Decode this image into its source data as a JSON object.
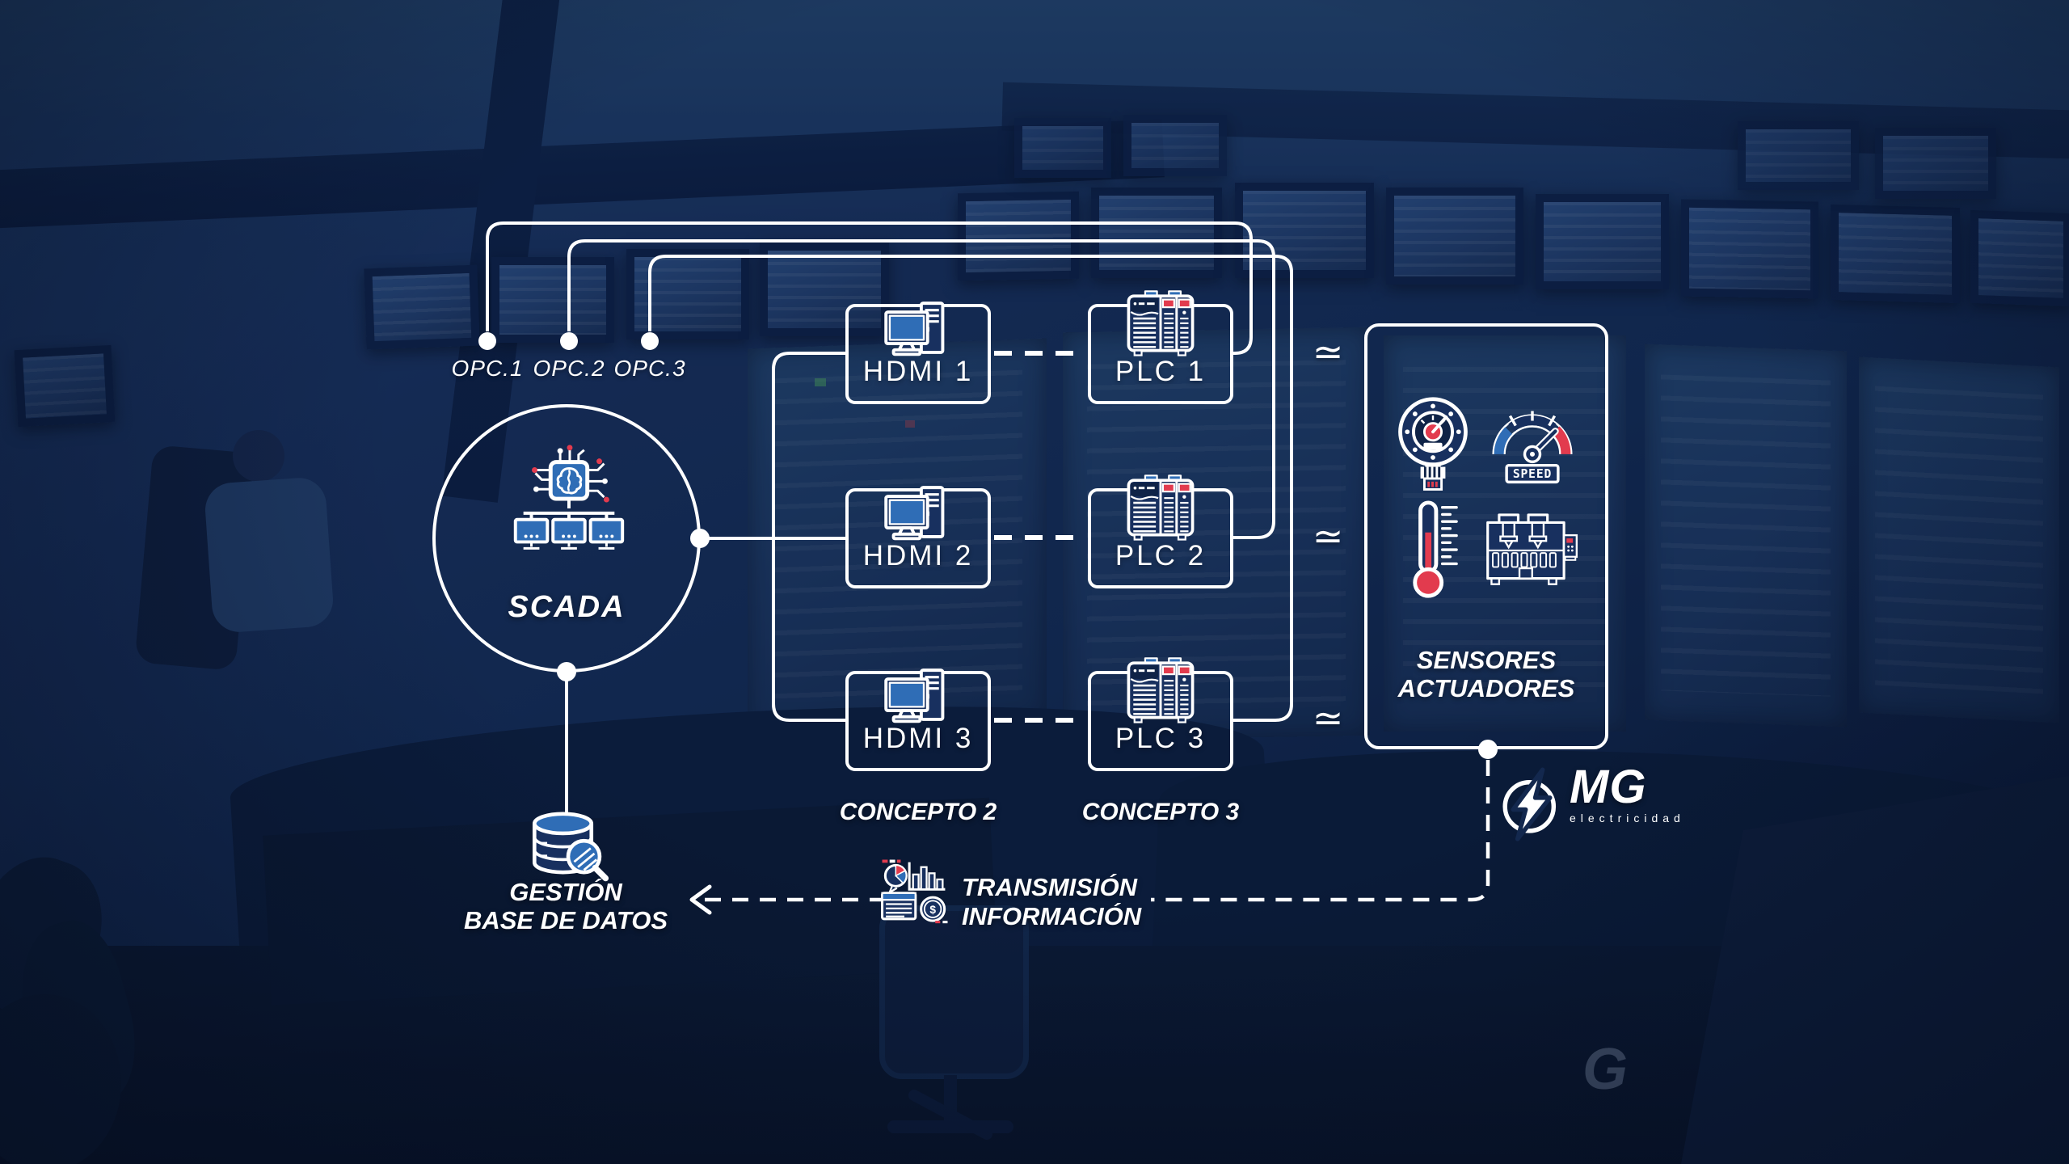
{
  "diagram": {
    "opc": [
      "OPC.1",
      "OPC.2",
      "OPC.3"
    ],
    "scada_label": "SCADA",
    "hdmi": [
      "HDMI 1",
      "HDMI 2",
      "HDMI 3"
    ],
    "plc": [
      "PLC 1",
      "PLC 2",
      "PLC 3"
    ],
    "concept_labels": [
      "CONCEPTO 2",
      "CONCEPTO 3"
    ],
    "approx_symbol": "≃",
    "sensors": {
      "line1": "SENSORES",
      "line2": "ACTUADORES",
      "speed_badge": "SPEED"
    },
    "database": {
      "line1": "GESTIÓN",
      "line2": "BASE DE DATOS"
    },
    "transmission": {
      "line1": "TRANSMISIÓN",
      "line2": "INFORMACIÓN",
      "currency": "$"
    },
    "logo": {
      "name": "MG",
      "tagline": "electricidad"
    }
  },
  "background": {
    "corner_letter": "G"
  },
  "colors": {
    "stroke_white": "#ffffff",
    "icon_blue": "#2f6db6",
    "icon_navy": "#18305f",
    "icon_red": "#e23b4e",
    "bg_navy_dark": "#0b1b3a"
  }
}
